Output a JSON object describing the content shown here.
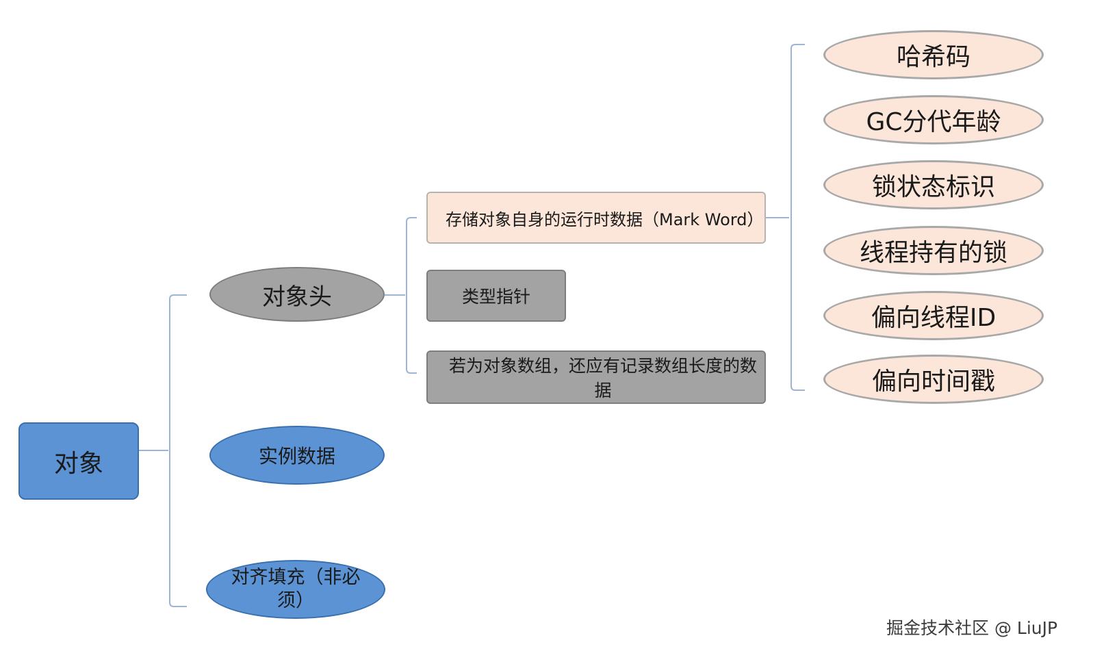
{
  "diagram": {
    "root": "对象",
    "level1": {
      "header": "对象头",
      "instance_data": "实例数据",
      "padding": "对齐填充（非必须）"
    },
    "header_parts": {
      "mark_word": "存储对象自身的运行时数据（Mark Word）",
      "class_pointer": "类型指针",
      "array_length": "若为对象数组，还应有记录数组长度的数据"
    },
    "mark_word_fields": [
      "哈希码",
      "GC分代年龄",
      "锁状态标识",
      "线程持有的锁",
      "偏向线程ID",
      "偏向时间戳"
    ],
    "colors": {
      "root": "#5b93d4",
      "header": "#a3a3a3",
      "instance": "#5b93d4",
      "mark_word": "#fbe6d9",
      "gray_box": "#a3a3a3",
      "leaf": "#fbe6d9",
      "connector": "#9db4d6"
    }
  },
  "watermark": "掘金技术社区 @ LiuJP"
}
